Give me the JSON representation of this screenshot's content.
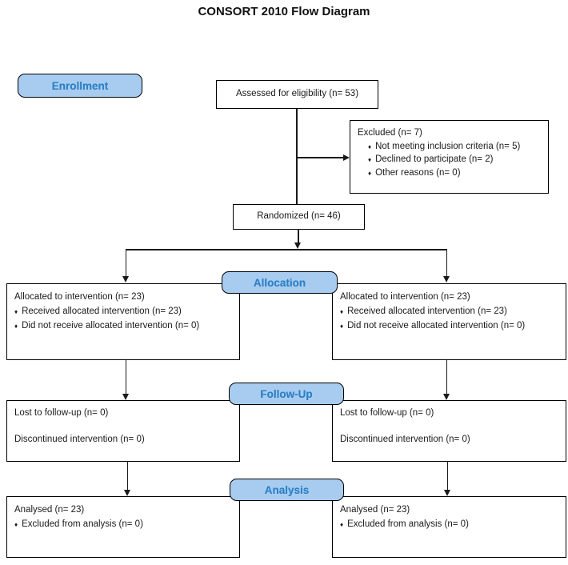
{
  "title": "CONSORT 2010 Flow Diagram",
  "glyphs": {
    "bullet": "♦"
  },
  "colors": {
    "badge_fill": "#A8CCF0",
    "badge_text": "#2E80C5",
    "box_border": "#000000",
    "connector": "#1a1a1a"
  },
  "stages": {
    "enrollment": "Enrollment",
    "allocation": "Allocation",
    "followup": "Follow-Up",
    "analysis": "Analysis"
  },
  "boxes": {
    "assessed": {
      "text": "Assessed for eligibility (n= 53)"
    },
    "excluded": {
      "title": "Excluded (n= 7)",
      "bullets": [
        "Not meeting inclusion criteria (n= 5)",
        "Declined to participate (n= 2)",
        "Other reasons (n= 0)"
      ]
    },
    "randomized": {
      "text": "Randomized (n= 46)"
    },
    "alloc_left": {
      "title": "Allocated to intervention (n= 23)",
      "bullets": [
        "Received allocated intervention (n= 23)",
        "Did not receive allocated intervention (n= 0)"
      ]
    },
    "alloc_right": {
      "title": "Allocated to intervention (n= 23)",
      "bullets": [
        "Received allocated intervention (n= 23)",
        "Did not receive allocated intervention (n= 0)"
      ]
    },
    "followup_left": {
      "line1": "Lost to follow-up (n= 0)",
      "line2": "Discontinued intervention (n= 0)"
    },
    "followup_right": {
      "line1": "Lost to follow-up (n= 0)",
      "line2": "Discontinued intervention (n= 0)"
    },
    "analysis_left": {
      "title": "Analysed (n= 23)",
      "bullets": [
        "Excluded from analysis (n= 0)"
      ]
    },
    "analysis_right": {
      "title": "Analysed (n= 23)",
      "bullets": [
        "Excluded from analysis (n= 0)"
      ]
    }
  }
}
